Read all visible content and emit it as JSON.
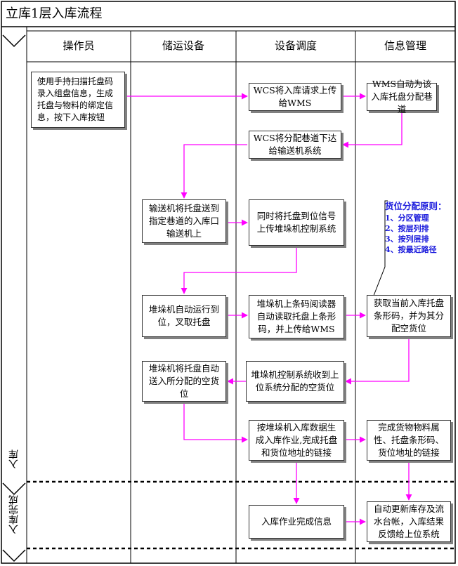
{
  "title": "立库1层入库流程",
  "lanes": [
    "操作员",
    "储运设备",
    "设备调度",
    "信息管理"
  ],
  "phases": [
    "入库",
    "入库完成"
  ],
  "steps": {
    "op_scan": "使用手持扫描托盘码录入组盘信息，生成托盘与物料的绑定信息，按下入库按钮",
    "wcs_upload": "WCS将入库请求上传给WMS",
    "wms_assign": "WMS自动为该入库托盘分配巷道",
    "wcs_send": "WCS将分配巷道下达给输送机系统",
    "conveyor": "输送机将托盘送到指定巷道的入库口输送机上",
    "signal_upload": "同时将托盘到位信号上传堆垛机控制系统",
    "stacker_fork": "堆垛机自动运行到位，叉取托盘",
    "barcode_read": "堆垛机上条码阅读器自动读取托盘上条形码，并上传给WMS",
    "get_barcode": "获取当前入库托盘条形码，并为其分配空货位",
    "stacker_deliver": "堆垛机将托盘自动送入所分配的空货位",
    "control_receive": "堆垛机控制系统收到上位系统分配的空货位",
    "gen_job": "按堆垛机入库数据生成入库作业,完成托盘和货位地址的链接",
    "complete_link": "完成货物物料属性、托盘条形码、货位地址的链接",
    "job_done": "入库作业完成信息",
    "update_stock": "自动更新库存及流水台帐，入库结果反馈给上位系统"
  },
  "note": {
    "title": "货位分配原则：",
    "items": [
      "1、分区管理",
      "2、按层列排",
      "3、按列层排",
      "4、按最近路径"
    ]
  },
  "colors": {
    "arrow": "#ff00ff",
    "note_text": "#1a1adc",
    "border": "#000000",
    "shadow": "#808080"
  }
}
